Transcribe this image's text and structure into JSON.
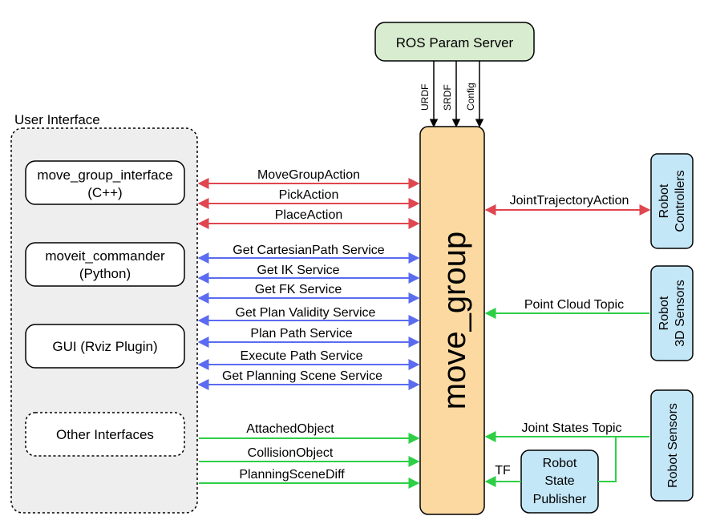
{
  "param_server": {
    "label": "ROS Param Server",
    "inputs": [
      "URDF",
      "SRDF",
      "Config"
    ]
  },
  "user_interface": {
    "title": "User Interface",
    "boxes": [
      {
        "line1": "move_group_interface",
        "line2": "(C++)"
      },
      {
        "line1": "moveit_commander",
        "line2": "(Python)"
      },
      {
        "line1": "GUI (Rviz Plugin)",
        "line2": ""
      },
      {
        "line1": "Other Interfaces",
        "line2": ""
      }
    ]
  },
  "core": {
    "label": "move_group"
  },
  "actions": [
    "MoveGroupAction",
    "PickAction",
    "PlaceAction"
  ],
  "services": [
    "Get CartesianPath Service",
    "Get IK Service",
    "Get FK Service",
    "Get Plan Validity Service",
    "Plan Path Service",
    "Execute Path Service",
    "Get Planning Scene Service"
  ],
  "topics_in": [
    "AttachedObject",
    "CollisionObject",
    "PlanningSceneDiff"
  ],
  "right_links": {
    "joint_trajectory": "JointTrajectoryAction",
    "point_cloud": "Point Cloud Topic",
    "joint_states": "Joint States Topic",
    "tf": "TF"
  },
  "right_boxes": {
    "controllers": {
      "line1": "Robot",
      "line2": "Controllers"
    },
    "sensors3d": {
      "line1": "Robot",
      "line2": "3D Sensors"
    },
    "sensors": {
      "line1": "Robot Sensors"
    },
    "state_publisher": {
      "line1": "Robot",
      "line2": "State",
      "line3": "Publisher"
    }
  },
  "colors": {
    "action_arrow": "#e0464f",
    "service_arrow": "#5b6cf0",
    "topic_arrow": "#2ecf46",
    "core_fill": "#fbd9a0",
    "param_fill": "#d8ecd0",
    "robot_fill": "#c4e7f8",
    "ui_fill": "#eeeeee"
  }
}
